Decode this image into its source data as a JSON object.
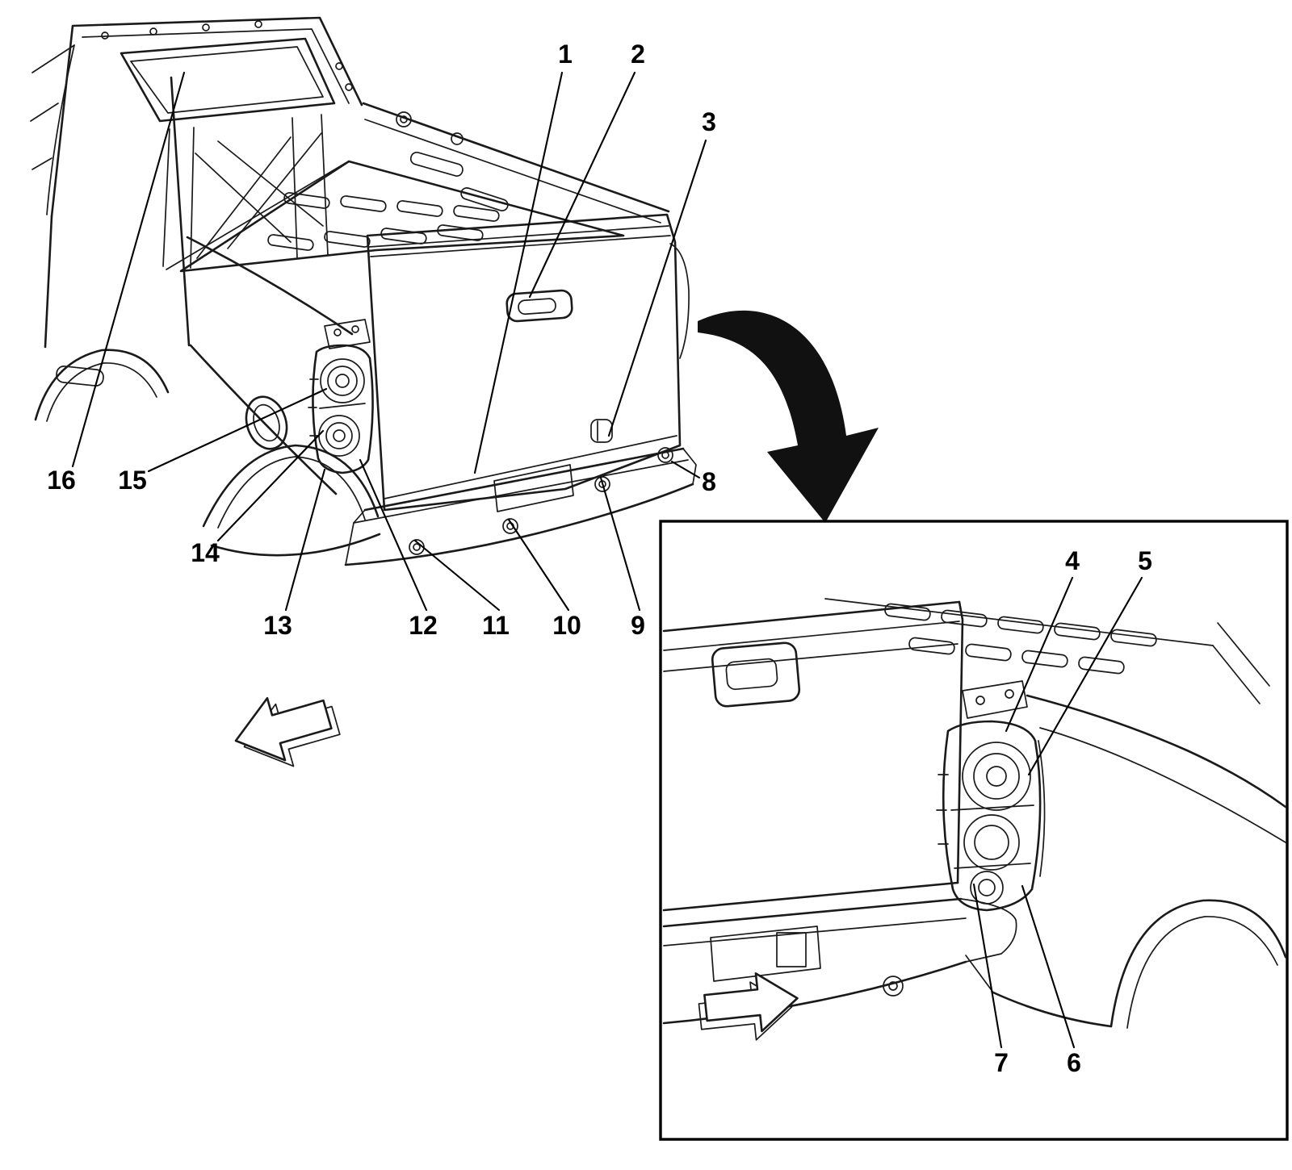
{
  "figure": {
    "description": "Line-art service illustration of a pickup truck rear body (rear three-quarter view) with numbered component callouts, a solid curved arrow pointing to an enlarged inset view of the tail lamp corner, and hollow view-direction arrows."
  },
  "callouts": {
    "main": [
      "1",
      "2",
      "3",
      "8",
      "16",
      "15",
      "14",
      "13",
      "12",
      "11",
      "10",
      "9"
    ],
    "inset": [
      "4",
      "5",
      "7",
      "6"
    ]
  },
  "colors": {
    "line": "#1a1a1a",
    "background": "#ffffff",
    "arrow_fill": "#111111"
  }
}
